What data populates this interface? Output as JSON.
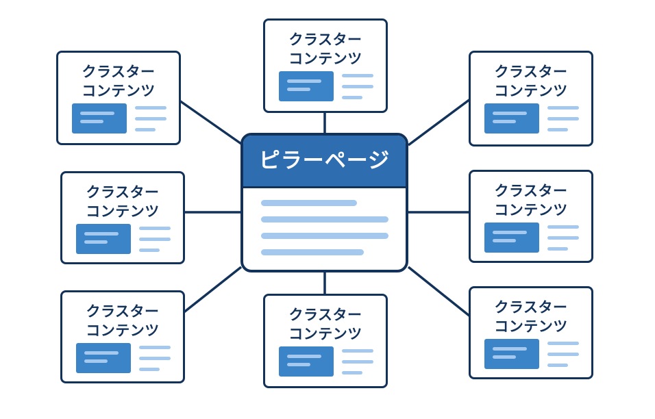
{
  "pillar": {
    "title": "ピラーページ"
  },
  "clusters": [
    {
      "id": "top-left",
      "title": "クラスター\nコンテンツ"
    },
    {
      "id": "top-center",
      "title": "クラスター\nコンテンツ"
    },
    {
      "id": "top-right",
      "title": "クラスター\nコンテンツ"
    },
    {
      "id": "middle-left",
      "title": "クラスター\nコンテンツ"
    },
    {
      "id": "middle-right",
      "title": "クラスター\nコンテンツ"
    },
    {
      "id": "bottom-left",
      "title": "クラスター\nコンテンツ"
    },
    {
      "id": "bottom-center",
      "title": "クラスター\nコンテンツ"
    },
    {
      "id": "bottom-right",
      "title": "クラスター\nコンテンツ"
    }
  ],
  "colors": {
    "border": "#12325a",
    "pillar_header": "#2f6db1",
    "thumbnail": "#3c84c8",
    "text_line": "#a4c8ee"
  }
}
